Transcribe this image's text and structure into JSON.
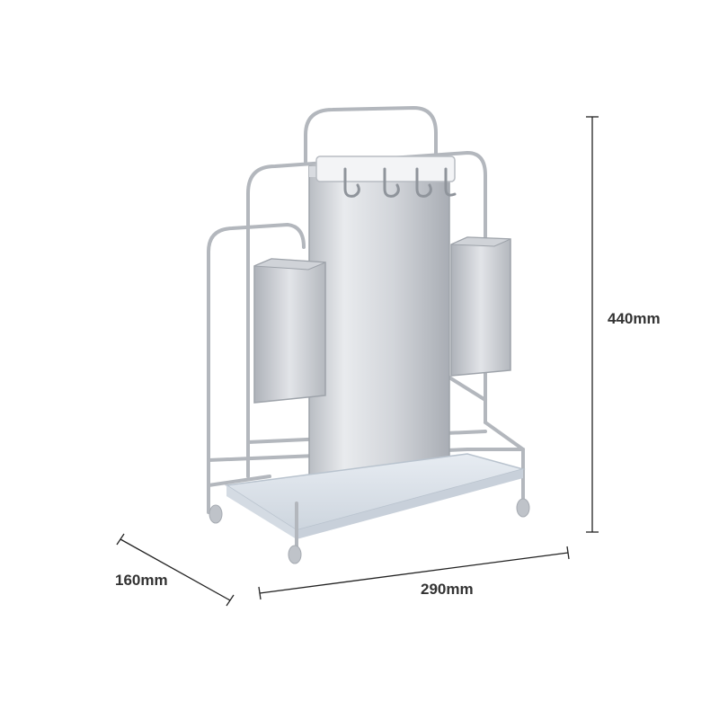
{
  "dimensions": {
    "height": "440mm",
    "depth": "160mm",
    "width": "290mm"
  },
  "colors": {
    "steel_light": "#e6e8ec",
    "steel_mid": "#c4c8ce",
    "steel_dark": "#9ca1a8",
    "tray": "#dde4ec",
    "feet": "#b8bcc2",
    "dimension_line": "#222222",
    "label_text": "#333333"
  }
}
